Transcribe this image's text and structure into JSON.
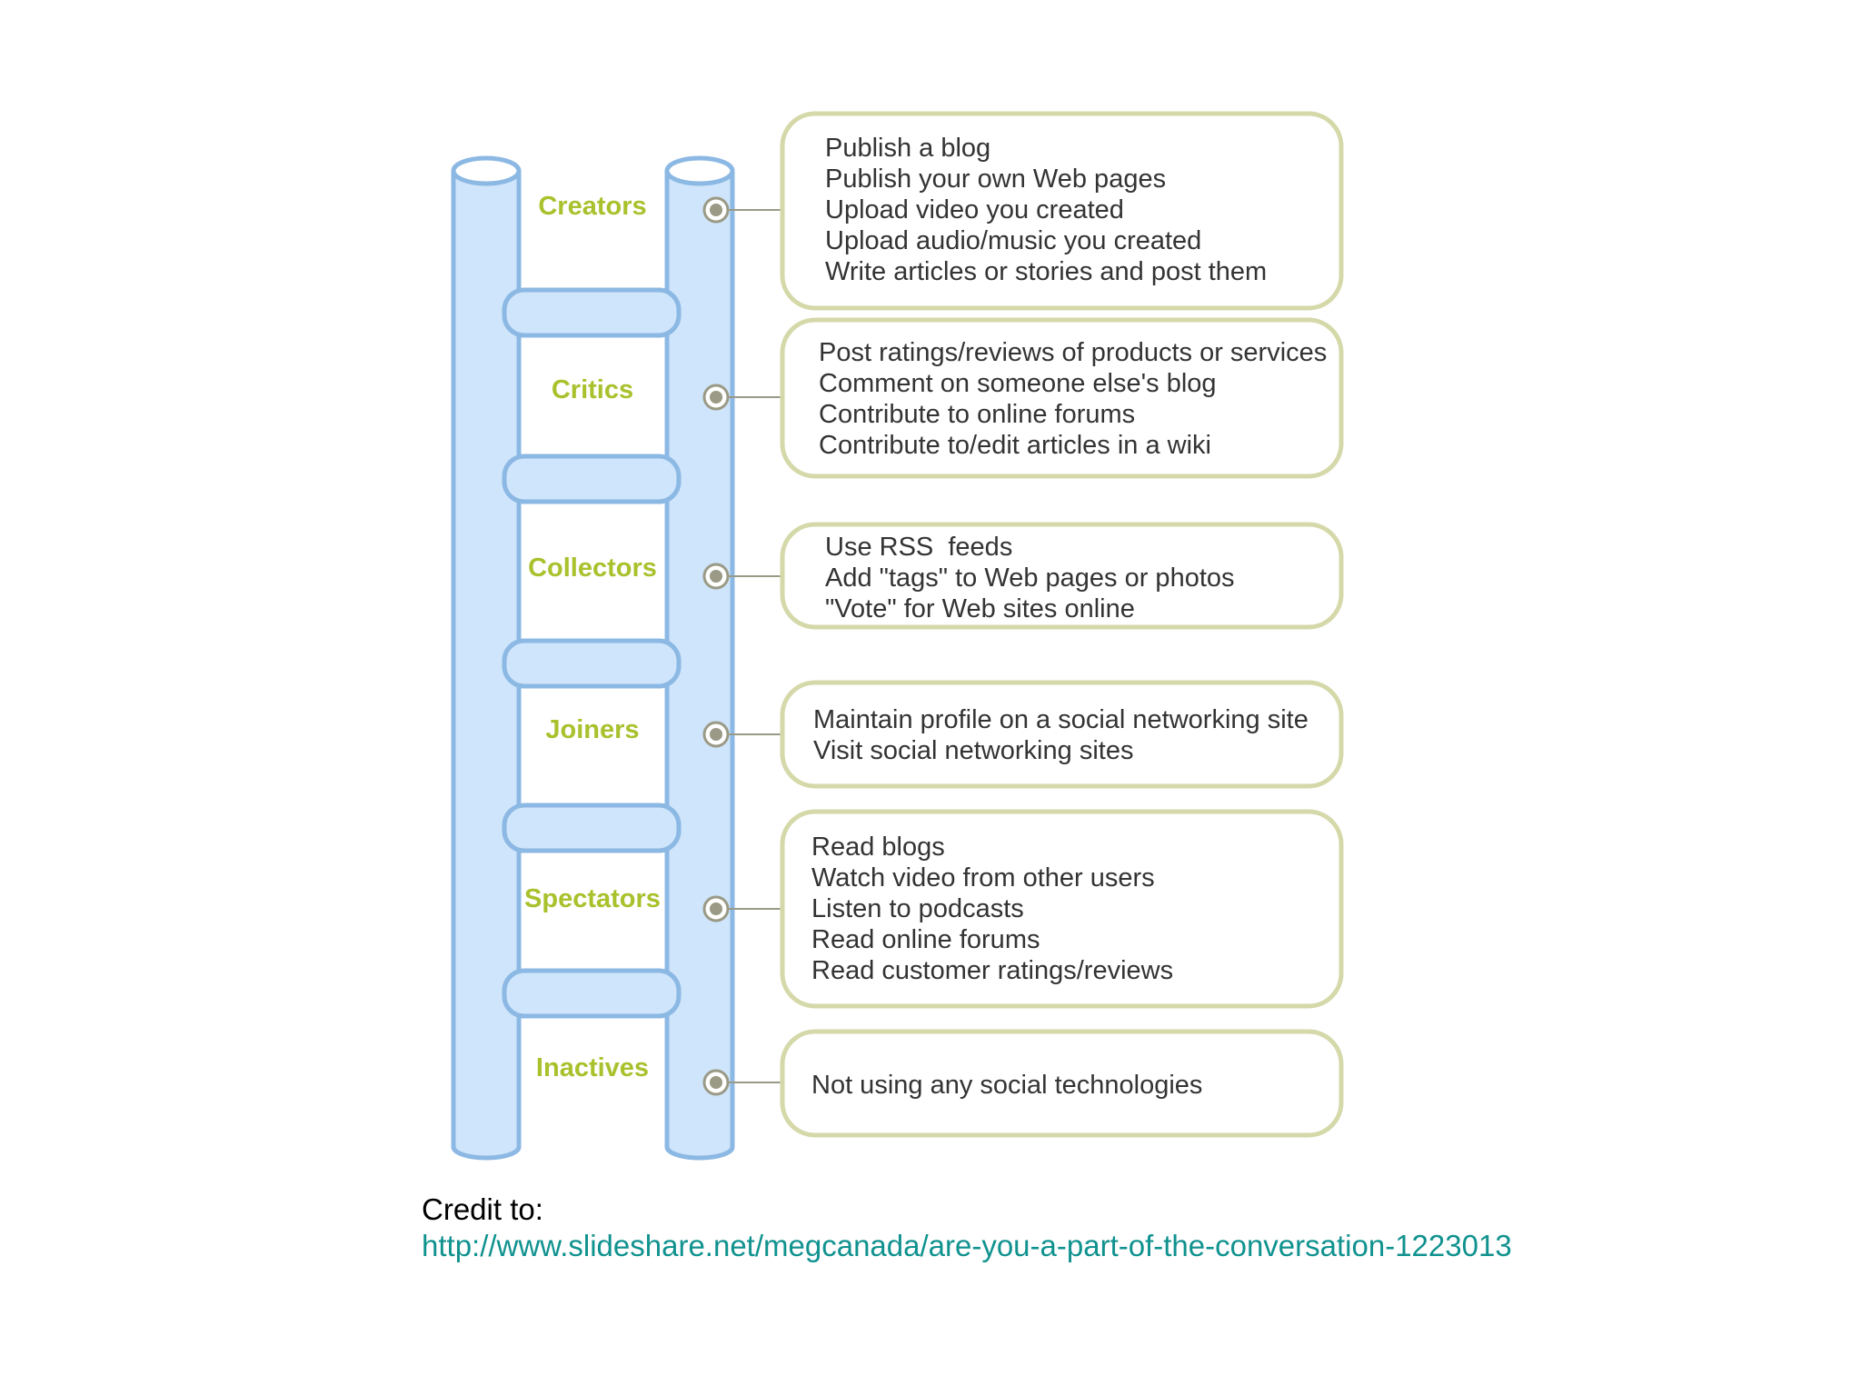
{
  "diagram": {
    "colors": {
      "pole_fill": "#cfe5fb",
      "pole_stroke": "#8cb8e4",
      "label": "#a9c12c",
      "box_stroke": "#d5d8a8",
      "connector": "#9a9a86"
    },
    "levels": [
      {
        "label": "Creators",
        "activities": [
          "Publish a blog",
          "Publish your own Web pages",
          "Upload video you created",
          "Upload audio/music you created",
          "Write articles or stories and post them"
        ]
      },
      {
        "label": "Critics",
        "activities": [
          "Post ratings/reviews of products or services",
          "Comment on someone else's blog",
          "Contribute to online forums",
          "Contribute to/edit articles in a wiki"
        ]
      },
      {
        "label": "Collectors",
        "activities": [
          "Use RSS  feeds",
          "Add \"tags\" to Web pages or photos",
          "\"Vote\" for Web sites online"
        ]
      },
      {
        "label": "Joiners",
        "activities": [
          "Maintain profile on a social networking site",
          "Visit social networking sites"
        ]
      },
      {
        "label": "Spectators",
        "activities": [
          "Read blogs",
          "Watch video from other users",
          "Listen to podcasts",
          "Read online forums",
          "Read customer ratings/reviews"
        ]
      },
      {
        "label": "Inactives",
        "activities": [
          "Not using any social technologies"
        ]
      }
    ]
  },
  "credit": {
    "label": "Credit to:",
    "url": "http://www.slideshare.net/megcanada/are-you-a-part-of-the-conversation-1223013"
  }
}
